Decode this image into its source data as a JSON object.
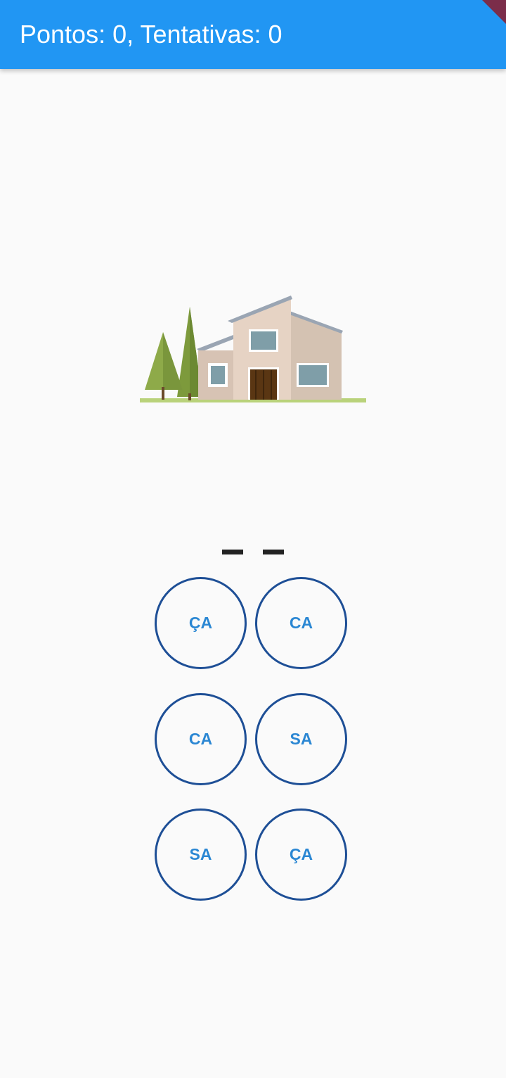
{
  "header": {
    "title": "Pontos: 0, Tentativas: 0",
    "color": "#2196f3"
  },
  "illustration": {
    "icon": "house-icon"
  },
  "word": {
    "blank_count": 2
  },
  "syllables": [
    {
      "label": "ÇA"
    },
    {
      "label": "CA"
    },
    {
      "label": "CA"
    },
    {
      "label": "SA"
    },
    {
      "label": "SA"
    },
    {
      "label": "ÇA"
    }
  ],
  "colors": {
    "button_border": "#1e4f96",
    "button_text": "#2b87d3",
    "background": "#fafafa"
  }
}
